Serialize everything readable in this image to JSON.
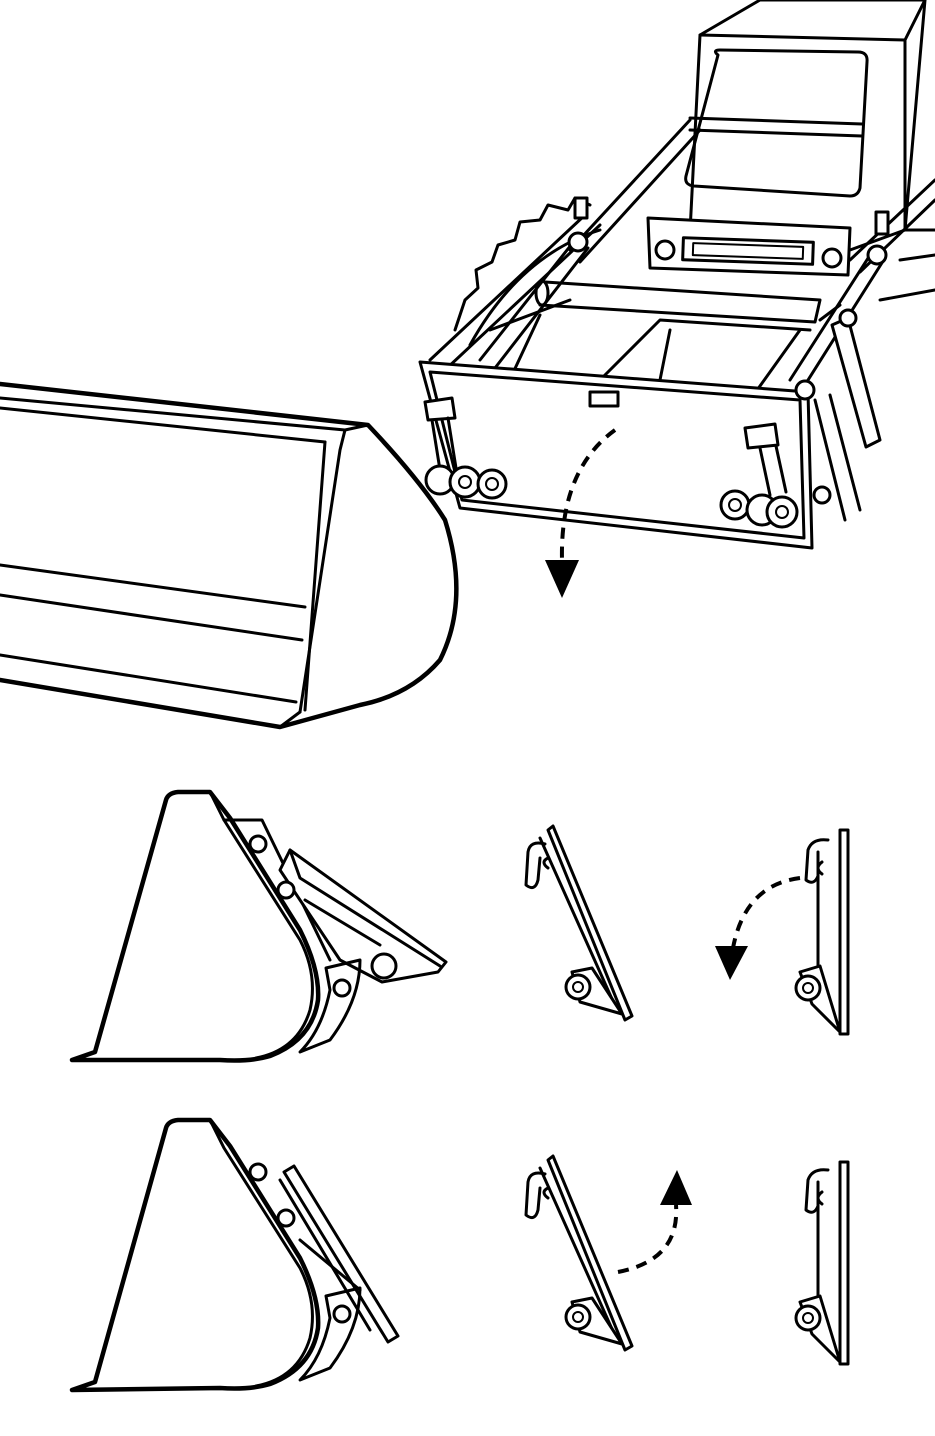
{
  "figure": {
    "panels": [
      {
        "id": "top",
        "content": [
          "skid-steer-loader",
          "quick-attach-plate",
          "loader-bucket"
        ],
        "arrow_direction": "down"
      },
      {
        "id": "middle",
        "content": [
          "bucket-side-view",
          "attach-plate-tilted",
          "attach-plate-upright"
        ],
        "arrow_direction": "curve-left-down"
      },
      {
        "id": "bottom",
        "content": [
          "bucket-side-view",
          "attach-plate-tilted",
          "attach-plate-upright"
        ],
        "arrow_direction": "curve-up-right"
      }
    ],
    "colors": {
      "line": "#000000",
      "background": "#ffffff"
    }
  }
}
